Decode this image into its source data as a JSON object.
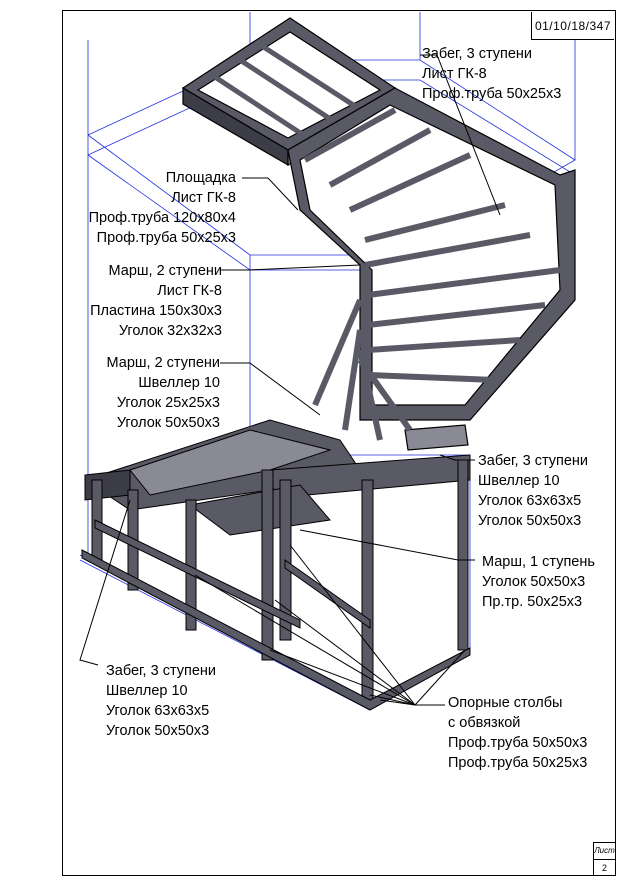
{
  "drawing_code": "01/10/18/347",
  "sheet": {
    "label": "Лист",
    "number": "2"
  },
  "callouts": {
    "zabeg_top": [
      "Забег, 3 ступени",
      "Лист ГК-8",
      "Проф.труба 50x25x3"
    ],
    "ploshchadka": [
      "Площадка",
      "Лист ГК-8",
      "Проф.труба 120x80x4",
      "Проф.труба 50x25x3"
    ],
    "marsh_2a": [
      "Марш, 2 ступени",
      "Лист ГК-8",
      "Пластина 150x30x3",
      "Уголок 32x32x3"
    ],
    "marsh_2b": [
      "Марш, 2 ступени",
      "Швеллер 10",
      "Уголок 25x25x3",
      "Уголок 50x50x3"
    ],
    "zabeg_mid": [
      "Забег, 3 ступени",
      "Швеллер 10",
      "Уголок 63x63x5",
      "Уголок 50x50x3"
    ],
    "marsh_1": [
      "Марш, 1 ступень",
      "Уголок 50x50x3",
      "Пр.тр. 50x25x3"
    ],
    "zabeg_bottom": [
      "Забег, 3 ступени",
      "Швеллер 10",
      "Уголок 63x63x5",
      "Уголок 50x50x3"
    ],
    "opornye": [
      "Опорные столбы",
      "с обвязкой",
      "Проф.труба 50x50x3",
      "Проф.труба 50x25x3"
    ]
  },
  "colors": {
    "steel": "#5a5a66",
    "steel_dark": "#3d3d47",
    "steel_light": "#8a8a96",
    "guide": "#2030e0",
    "ink": "#000000"
  }
}
